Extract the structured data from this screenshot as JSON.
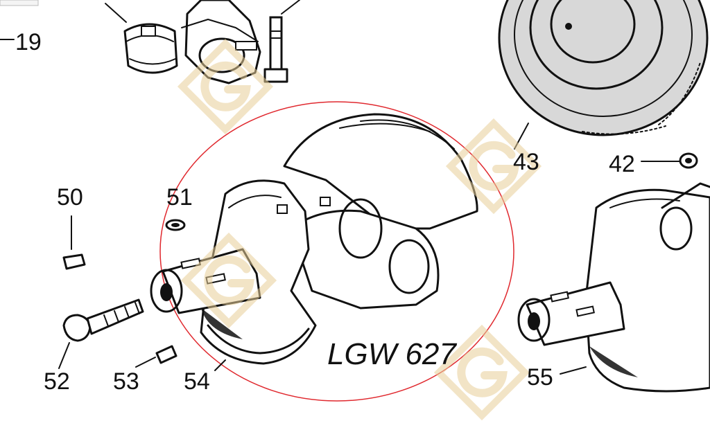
{
  "diagram": {
    "model_label": "LGW 627",
    "callout_labels": [
      {
        "key": "19",
        "text": "19"
      },
      {
        "key": "43",
        "text": "43"
      },
      {
        "key": "42",
        "text": "42"
      },
      {
        "key": "50",
        "text": "50"
      },
      {
        "key": "51",
        "text": "51"
      },
      {
        "key": "52",
        "text": "52"
      },
      {
        "key": "53",
        "text": "53"
      },
      {
        "key": "54",
        "text": "54"
      },
      {
        "key": "55",
        "text": "55"
      }
    ],
    "colors": {
      "line": "#111111",
      "highlight_circle": "#e0282e",
      "watermark": "#e8cf98"
    },
    "watermark_icon": "g-diamond-logo-icon"
  }
}
